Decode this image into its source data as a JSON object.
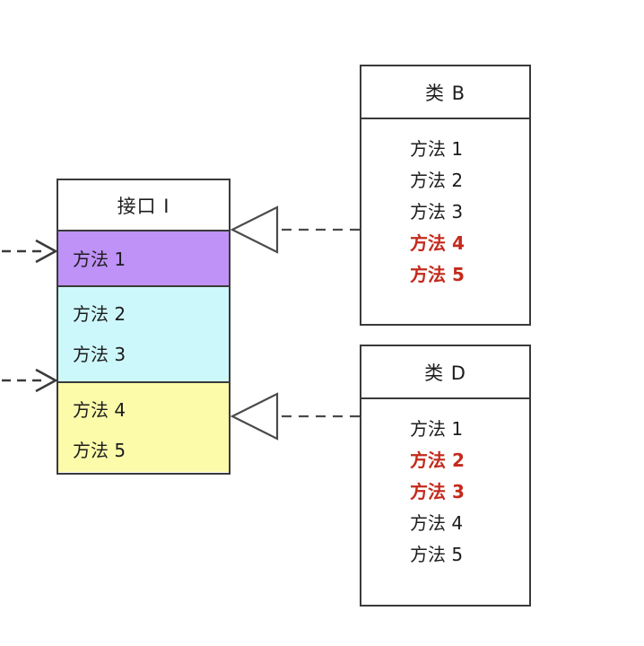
{
  "diagram": {
    "title_text": "",
    "colors": {
      "section_purple": "#bf92f7",
      "section_cyan": "#cdf8fb",
      "section_yellow": "#fbfbaa",
      "border": "#3a3a3a",
      "text": "#1c1c1c",
      "highlight_text": "#c42a1c",
      "background": "#ffffff"
    }
  },
  "interface": {
    "name": "接口 I",
    "sections": [
      {
        "fill": "#bf92f7",
        "methods": [
          {
            "label": "方法 1",
            "highlight": false
          }
        ]
      },
      {
        "fill": "#cdf8fb",
        "methods": [
          {
            "label": "方法 2",
            "highlight": false
          },
          {
            "label": "方法 3",
            "highlight": false
          }
        ]
      },
      {
        "fill": "#fbfbaa",
        "methods": [
          {
            "label": "方法 4",
            "highlight": false
          },
          {
            "label": "方法 5",
            "highlight": false
          }
        ]
      }
    ]
  },
  "classes": [
    {
      "name": "类 B",
      "methods": [
        {
          "label": "方法 1",
          "highlight": false
        },
        {
          "label": "方法 2",
          "highlight": false
        },
        {
          "label": "方法 3",
          "highlight": false
        },
        {
          "label": "方法 4",
          "highlight": true
        },
        {
          "label": "方法 5",
          "highlight": true
        }
      ]
    },
    {
      "name": "类 D",
      "methods": [
        {
          "label": "方法 1",
          "highlight": false
        },
        {
          "label": "方法 2",
          "highlight": true
        },
        {
          "label": "方法 3",
          "highlight": true
        },
        {
          "label": "方法 4",
          "highlight": false
        },
        {
          "label": "方法 5",
          "highlight": false
        }
      ]
    }
  ],
  "connectors": [
    {
      "kind": "realization",
      "from": "类 B",
      "to": "接口 I",
      "style": "dashed-hollow-triangle"
    },
    {
      "kind": "realization",
      "from": "类 D",
      "to": "接口 I",
      "style": "dashed-hollow-triangle"
    },
    {
      "kind": "dependency",
      "from": "",
      "to": "方法 1",
      "style": "dashed-open-arrow"
    },
    {
      "kind": "dependency",
      "from": "",
      "to": "方法 4",
      "style": "dashed-open-arrow"
    }
  ]
}
